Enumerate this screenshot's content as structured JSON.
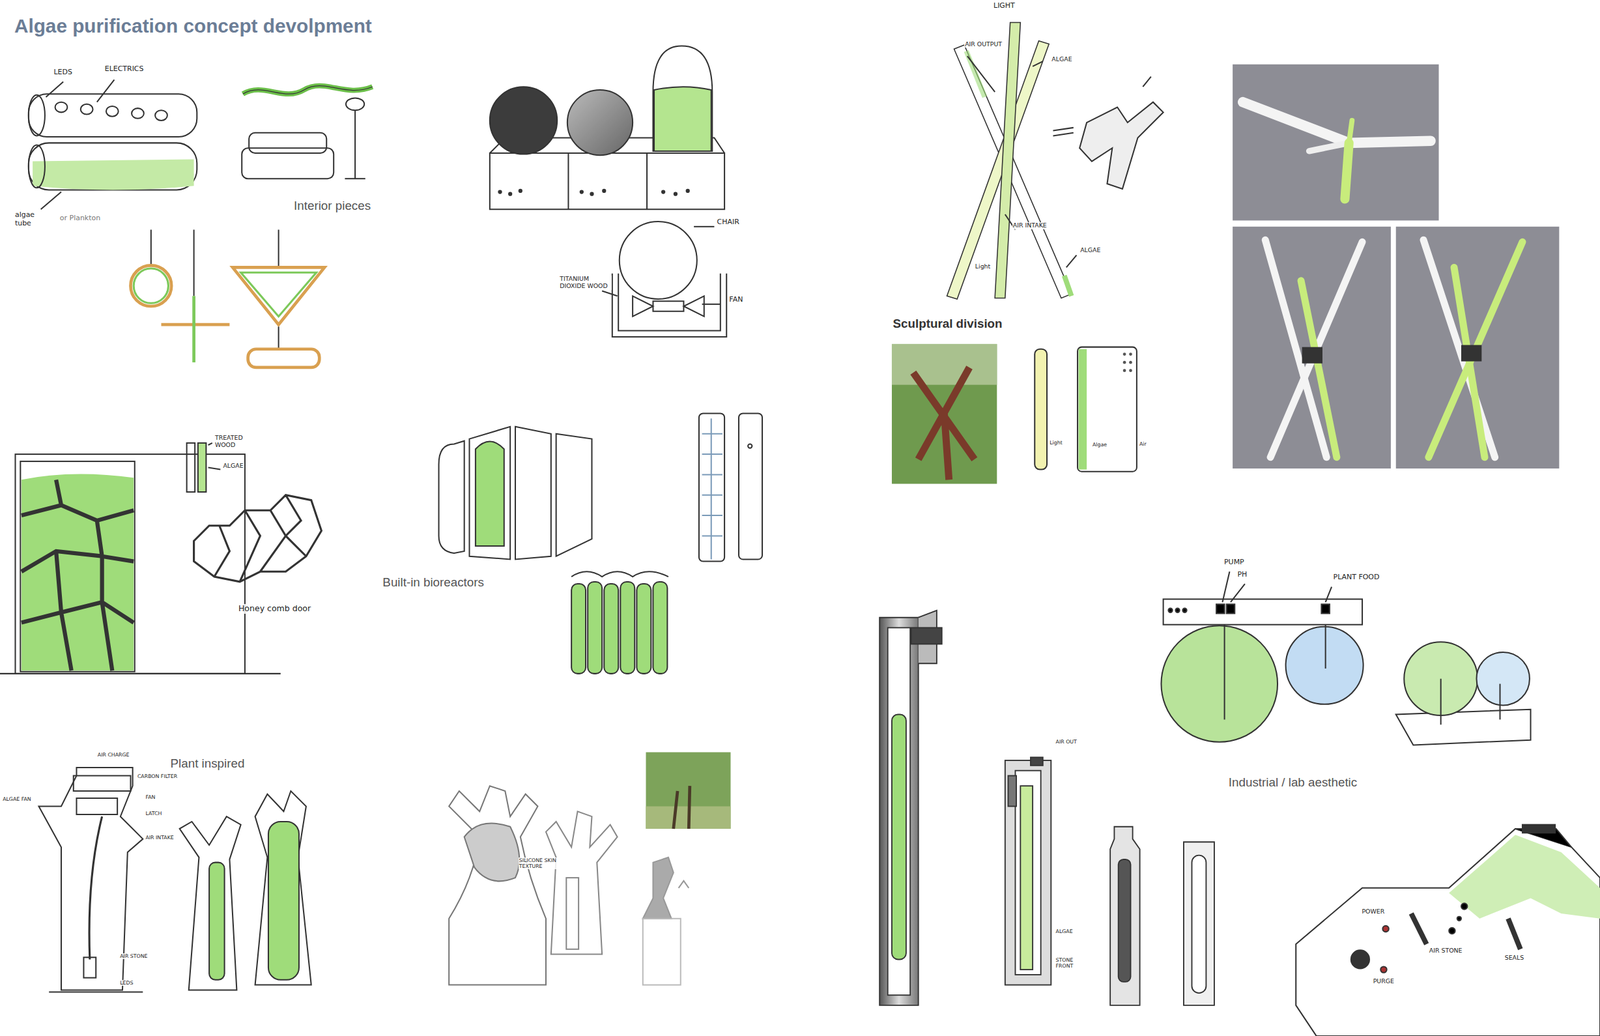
{
  "diagram": {
    "title": "Algae purification concept devolpment",
    "labels": [
      "LEDS",
      "ELECTRICS",
      "algae tube",
      "or Plankton",
      "Interior pieces",
      "CHAIR",
      "TITANIUM DIOXIDE WOOD",
      "FAN",
      "TREATED WOOD",
      "ALGAE",
      "Honey comb door",
      "Built-in bioreactors",
      "Plant inspired",
      "AIR CHARGE",
      "CARBON FILTER",
      "FAN",
      "LATCH",
      "AIR INTAKE",
      "ALGAE FAN",
      "AIR STONE",
      "LEDS",
      "LIGHT",
      "AIR OUTPUT",
      "ALGAE",
      "AIR INTAKE",
      "ALGAE",
      "Light",
      "Sculptural division",
      "Light",
      "Algae",
      "Air",
      "PUMP",
      "PH",
      "PLANT FOOD",
      "Industrial / lab aesthetic",
      "AIR OUT",
      "ALGAE",
      "STONE FRONT",
      "POWER",
      "PURGE",
      "AIR STONE",
      "SEALS",
      "SILICONE SKIN TEXTURE"
    ]
  }
}
